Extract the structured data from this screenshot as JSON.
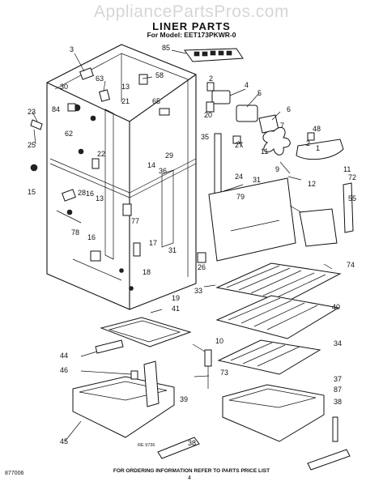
{
  "watermark": "AppliancePartsPros.com",
  "title": "LINER PARTS",
  "model_line": "For Model: EET173PKWR-0",
  "footer": "FOR ORDERING INFORMATION REFER TO PARTS PRICE LIST",
  "doc_number": "877006",
  "page_number": "4",
  "ref_code": "RE 9736",
  "labels": [
    "3",
    "85",
    "58",
    "63",
    "30",
    "13",
    "84",
    "2",
    "4",
    "5",
    "65",
    "62",
    "23",
    "21",
    "20",
    "6",
    "48",
    "25",
    "22",
    "35",
    "7",
    "27",
    "11",
    "9",
    "11",
    "1",
    "29",
    "14",
    "36",
    "2",
    "16",
    "15",
    "28",
    "13",
    "24",
    "31",
    "79",
    "12",
    "72",
    "55",
    "77",
    "78",
    "16",
    "17",
    "31",
    "26",
    "74",
    "18",
    "33",
    "19",
    "41",
    "40",
    "10",
    "44",
    "34",
    "46",
    "73",
    "37",
    "39",
    "87",
    "38",
    "45",
    "38"
  ]
}
